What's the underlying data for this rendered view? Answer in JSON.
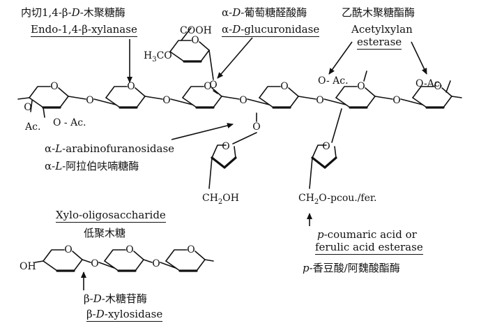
{
  "enzymes": {
    "endoxylanase": {
      "zh": "内切1,4-β-D-木聚糖酶",
      "en": "Endo-1,4-β-xylanase"
    },
    "glucuronidase": {
      "zh": "α-D-葡萄糖醛酸酶",
      "en": "α-D-glucuronidase"
    },
    "acetylxylan_esterase": {
      "zh": "乙酰木聚糖酯酶",
      "en_line1": "Acetylxylan",
      "en_line2": "esterase"
    },
    "arabinofuranosidase": {
      "en": "α-L-arabinofuranosidase",
      "zh": "α-L-阿拉伯呋喃糖酶"
    },
    "coumaric_esterase": {
      "en_line1": "p-coumaric acid or",
      "en_line2": "ferulic acid esterase",
      "zh": "p-香豆酸/阿魏酸酯酶"
    },
    "xylosidase": {
      "zh": "β-D-木糖苷酶",
      "en": "β-D-xylosidase"
    }
  },
  "oligo": {
    "en": "Xylo-oligosaccharide",
    "zh": "低聚木糖"
  },
  "chem": {
    "cooh": "COOH",
    "h3co": "H3CO",
    "ac1": "Ac.",
    "oac1": "O - Ac.",
    "oac_top": "O- Ac.",
    "oac_right": "O-Ac.",
    "ch2oh": "CH2OH",
    "ch2o_pcou": "CH2O-pcou./fer.",
    "oh": "OH",
    "o": "O"
  }
}
